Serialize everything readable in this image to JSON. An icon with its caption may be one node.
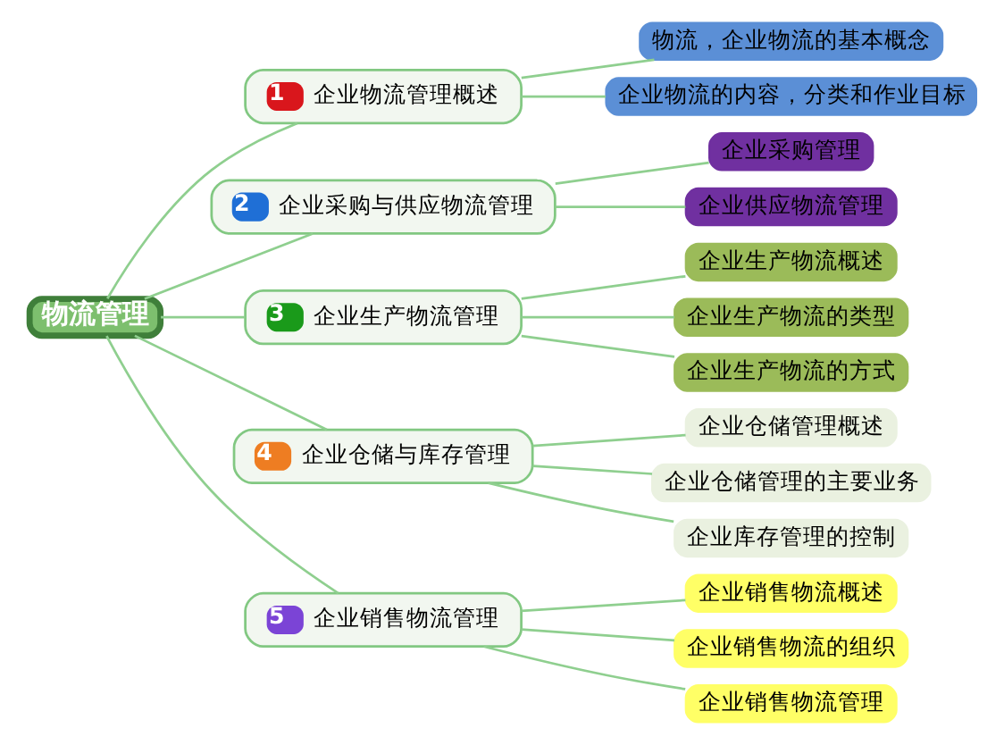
{
  "diagram": {
    "nodes": [
      {
        "text": [
          "物流管理"
        ]
      },
      {
        "text": [
          "1",
          "企业物流管理概述"
        ]
      },
      {
        "text": [
          "物流，企业物流的基本概念"
        ]
      },
      {
        "text": [
          "企业物流的内容，分类和作业目标"
        ]
      },
      {
        "text": [
          "2",
          "企业采购与供应物流管理"
        ]
      },
      {
        "text": [
          "企业采购管理"
        ]
      },
      {
        "text": [
          "企业供应物流管理"
        ]
      },
      {
        "text": [
          "3",
          "企业生产物流管理"
        ]
      },
      {
        "text": [
          "企业生产物流概述"
        ]
      },
      {
        "text": [
          "企业生产物流的类型"
        ]
      },
      {
        "text": [
          "企业生产物流的方式"
        ]
      },
      {
        "text": [
          "4",
          "企业仓储与库存管理"
        ]
      },
      {
        "text": [
          "企业仓储管理概述"
        ]
      },
      {
        "text": [
          "企业仓储管理的主要业务"
        ]
      },
      {
        "text": [
          "企业库存管理的控制"
        ]
      },
      {
        "text": [
          "5",
          "企业销售物流管理"
        ]
      },
      {
        "text": [
          "企业销售物流概述"
        ]
      },
      {
        "text": [
          "企业销售物流的组织"
        ]
      },
      {
        "text": [
          "企业销售物流管理"
        ]
      }
    ],
    "edges": [
      {
        "from": 0,
        "to": 1,
        "arrow": "none"
      },
      {
        "from": 1,
        "to": 2,
        "arrow": "none"
      },
      {
        "from": 1,
        "to": 3,
        "arrow": "none"
      },
      {
        "from": 0,
        "to": 4,
        "arrow": "none"
      },
      {
        "from": 4,
        "to": 5,
        "arrow": "none"
      },
      {
        "from": 4,
        "to": 6,
        "arrow": "none"
      },
      {
        "from": 0,
        "to": 7,
        "arrow": "none"
      },
      {
        "from": 7,
        "to": 8,
        "arrow": "none"
      },
      {
        "from": 7,
        "to": 9,
        "arrow": "none"
      },
      {
        "from": 7,
        "to": 10,
        "arrow": "none"
      },
      {
        "from": 0,
        "to": 11,
        "arrow": "none"
      },
      {
        "from": 11,
        "to": 12,
        "arrow": "none"
      },
      {
        "from": 11,
        "to": 13,
        "arrow": "none"
      },
      {
        "from": 11,
        "to": 14,
        "arrow": "none"
      },
      {
        "from": 0,
        "to": 15,
        "arrow": "none"
      },
      {
        "from": 15,
        "to": 16,
        "arrow": "none"
      },
      {
        "from": 15,
        "to": 17,
        "arrow": "none"
      },
      {
        "from": 15,
        "to": 18,
        "arrow": "none"
      }
    ]
  }
}
